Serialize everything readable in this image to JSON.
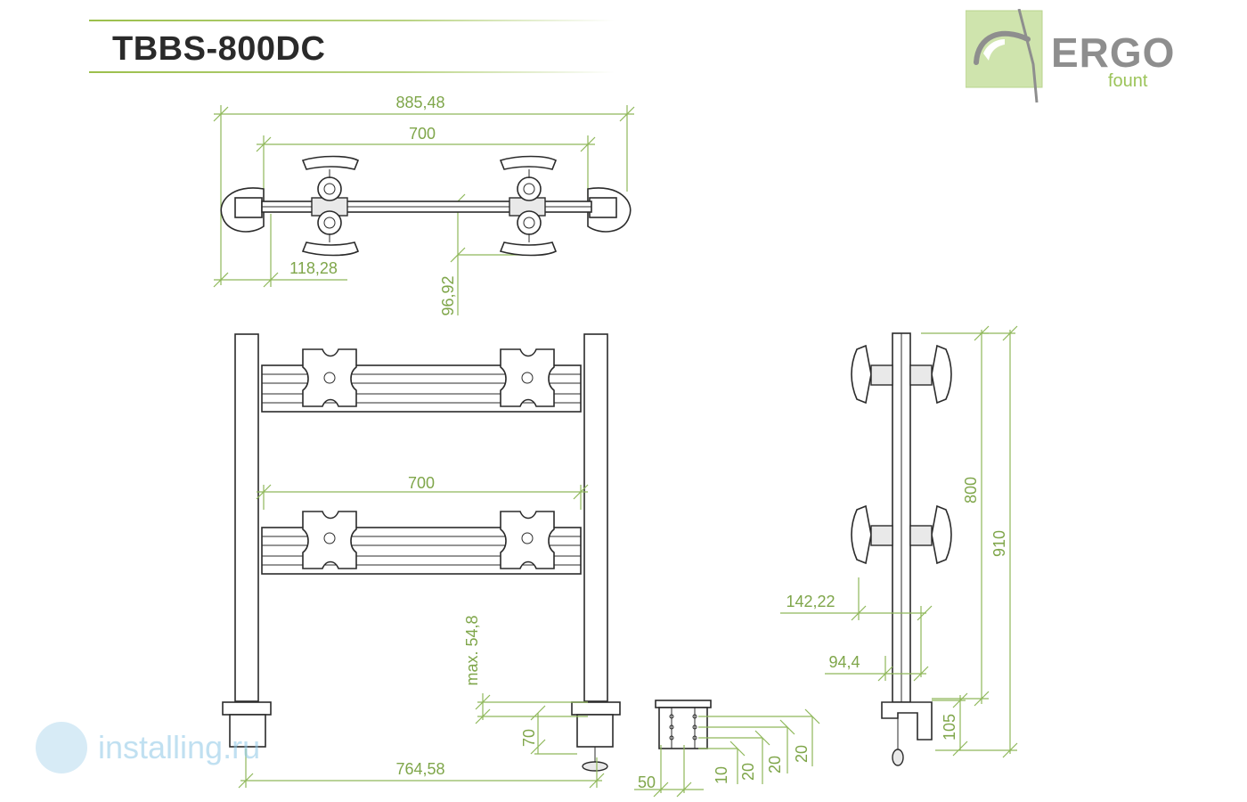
{
  "header": {
    "title": "TBBS-800DC"
  },
  "logo": {
    "word": "ERGO",
    "sub": "fount",
    "accent_color": "#9cc45a"
  },
  "watermark": {
    "text": "installing.ru"
  },
  "colors": {
    "dimension": "#7fa64a",
    "outline": "#2b2b2b",
    "brand_green": "#9bbf4b"
  },
  "dimensions": {
    "top_overall_width": "885,48",
    "top_arm_span": "700",
    "top_clamp_offset": "118,28",
    "top_arm_depth": "96,92",
    "front_arm_span": "700",
    "front_max_height": "max. 54,8",
    "front_clamp_height": "70",
    "front_base_width": "764,58",
    "clamp_width": "50",
    "clamp_h1": "10",
    "clamp_h2": "20",
    "clamp_h3": "20",
    "clamp_h4": "20",
    "side_arm_spacing": "800",
    "side_total_height": "910",
    "side_depth_1": "142,22",
    "side_depth_2": "94,4",
    "side_clamp_height": "105"
  }
}
